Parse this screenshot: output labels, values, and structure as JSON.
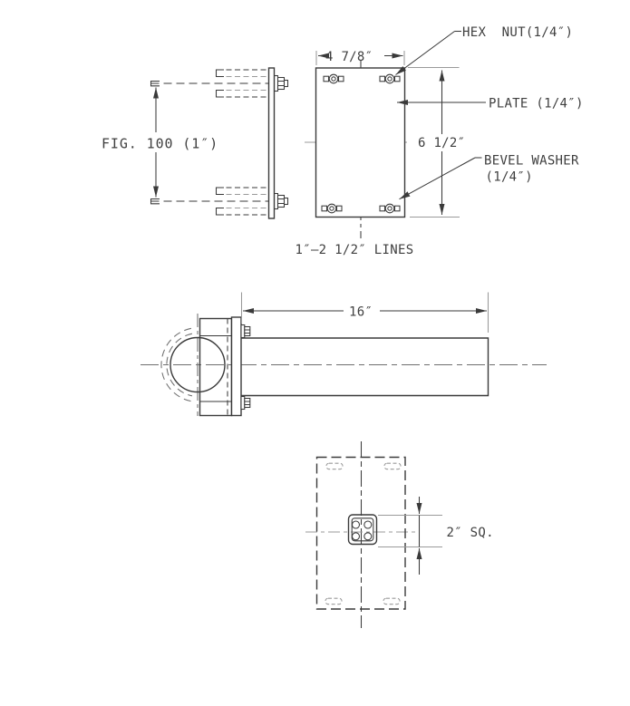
{
  "colors": {
    "line": "#3a3a3a",
    "secondary": "#9a9a9a",
    "mid": "#6e6e6e",
    "text": "#3f3f3f",
    "background": "#ffffff"
  },
  "side_view": {
    "fig_label": "FIG. 100 (1″)"
  },
  "plate_view": {
    "width_dim": "4 7/8″",
    "height_dim": "6 1/2″",
    "hex_nut_callout": "HEX  NUT(1/4″)",
    "plate_callout": "PLATE (1/4″)",
    "bevel_washer_callout_line1": "BEVEL WASHER",
    "bevel_washer_callout_line2": "(1/4″)",
    "note": "1″–2 1/2″ LINES"
  },
  "arm_view": {
    "length_dim": "16″"
  },
  "bottom_view": {
    "square_dim": "2″ SQ."
  }
}
